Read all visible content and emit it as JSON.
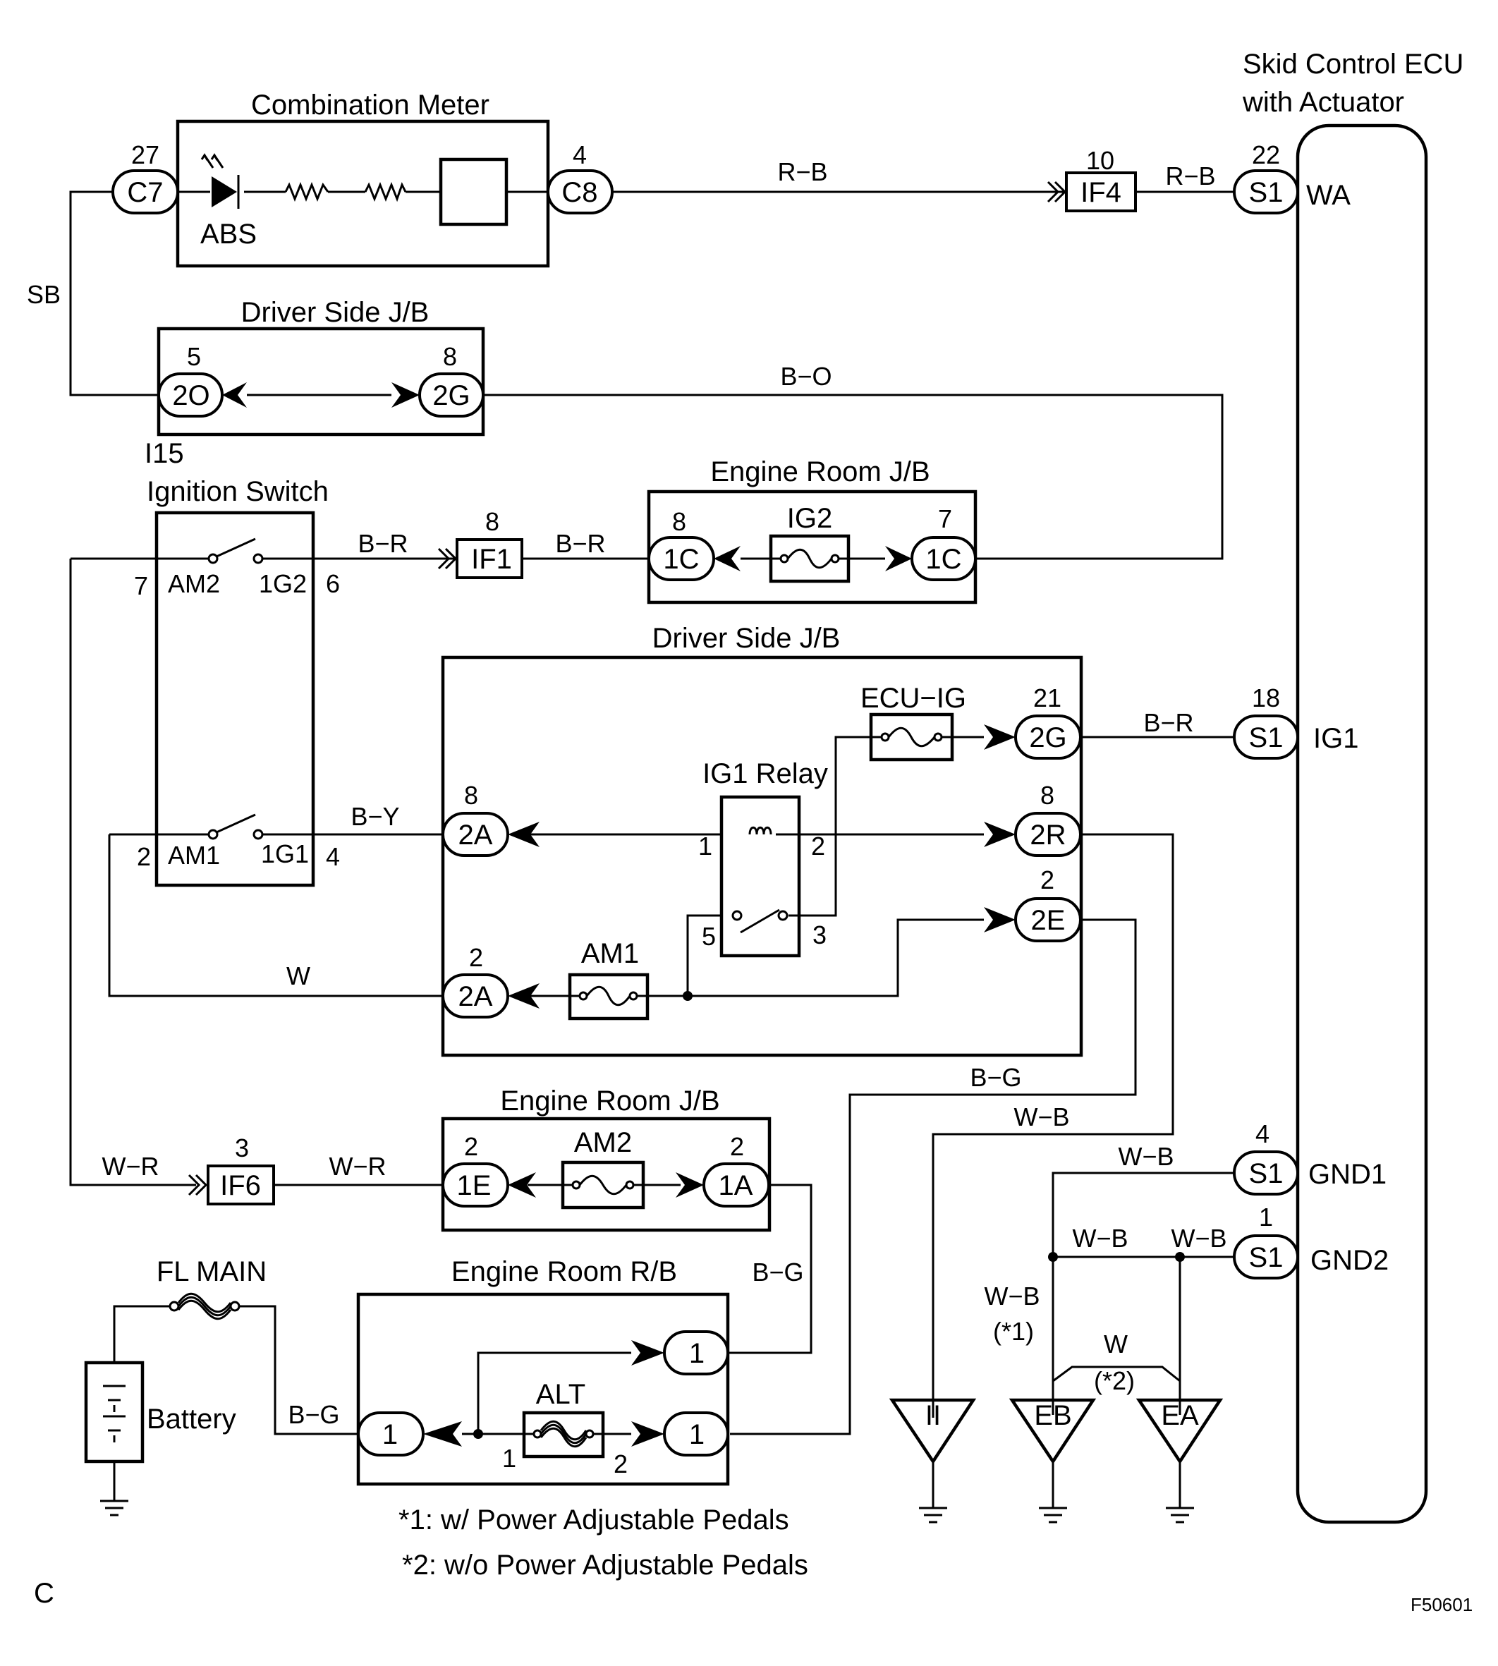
{
  "ecu": {
    "title_line1": "Skid Control ECU",
    "title_line2": "with Actuator"
  },
  "components": {
    "combination_meter": "Combination Meter",
    "abs_label": "ABS",
    "driver_jb_1": "Driver Side J/B",
    "ignition_switch_code": "I15",
    "ignition_switch": "Ignition Switch",
    "engine_room_jb_1": "Engine Room J/B",
    "fuse_ig2": "IG2",
    "driver_jb_2": "Driver Side J/B",
    "fuse_ecu_ig": "ECU−IG",
    "ig1_relay": "IG1 Relay",
    "fuse_am1": "AM1",
    "engine_room_jb_2": "Engine Room J/B",
    "fuse_am2": "AM2",
    "fl_main": "FL MAIN",
    "engine_room_rb": "Engine Room R/B",
    "fuse_alt": "ALT",
    "battery": "Battery"
  },
  "ecu_terminals": [
    {
      "pin": "22",
      "connector": "S1",
      "name": "WA"
    },
    {
      "pin": "18",
      "connector": "S1",
      "name": "IG1"
    },
    {
      "pin": "4",
      "connector": "S1",
      "name": "GND1"
    },
    {
      "pin": "1",
      "connector": "S1",
      "name": "GND2"
    }
  ],
  "connectors": {
    "c7": {
      "pin": "27",
      "code": "C7"
    },
    "c8": {
      "pin": "4",
      "code": "C8"
    },
    "if4": {
      "pin": "10",
      "code": "IF4"
    },
    "j2o": {
      "pin": "5",
      "code": "2O"
    },
    "j2g_top": {
      "pin": "8",
      "code": "2G"
    },
    "if1": {
      "pin": "8",
      "code": "IF1"
    },
    "e1c_left": {
      "pin": "8",
      "code": "1C"
    },
    "e1c_right": {
      "pin": "7",
      "code": "1C"
    },
    "j2g_mid": {
      "pin": "21",
      "code": "2G"
    },
    "j2a_top": {
      "pin": "8",
      "code": "2A"
    },
    "j2r": {
      "pin": "8",
      "code": "2R"
    },
    "j2e": {
      "pin": "2",
      "code": "2E"
    },
    "j2a_bot": {
      "pin": "2",
      "code": "2A"
    },
    "if6": {
      "pin": "3",
      "code": "IF6"
    },
    "e1e": {
      "pin": "2",
      "code": "1E"
    },
    "e1a": {
      "pin": "2",
      "code": "1A"
    },
    "rb_right_top": {
      "code": "1"
    },
    "rb_right_bot": {
      "code": "1"
    },
    "rb_left": {
      "code": "1"
    }
  },
  "switch_pins": {
    "am2_pin": "7",
    "am2": "AM2",
    "ig2_term": "1G2",
    "ig2_pin": "6",
    "am1_pin": "2",
    "am1": "AM1",
    "ig1_term": "1G1",
    "ig1_pin": "4"
  },
  "relay_pins": {
    "p1": "1",
    "p2": "2",
    "p3": "3",
    "p5": "5"
  },
  "alt_pins": {
    "p1": "1",
    "p2": "2"
  },
  "wires": {
    "rb_1": "R−B",
    "rb_2": "R−B",
    "sb": "SB",
    "bo": "B−O",
    "br_1": "B−R",
    "br_2": "B−R",
    "br_3": "B−R",
    "by": "B−Y",
    "w": "W",
    "bg_1": "B−G",
    "wb_1": "W−B",
    "wb_2": "W−B",
    "wb_3": "W−B",
    "wb_4": "W−B",
    "wb_5": "W−B",
    "wb_note": "(*1)",
    "w_ea": "W",
    "w_ea_note": "(*2)",
    "wr_1": "W−R",
    "wr_2": "W−R",
    "bg_2": "B−G",
    "bg_3": "B−G"
  },
  "grounds": {
    "ii": "II",
    "eb": "EB",
    "ea": "EA"
  },
  "notes": {
    "note1": "*1: w/ Power Adjustable Pedals",
    "note2": "*2: w/o Power Adjustable Pedals"
  },
  "corner_left": "C",
  "figure_code": "F50601"
}
